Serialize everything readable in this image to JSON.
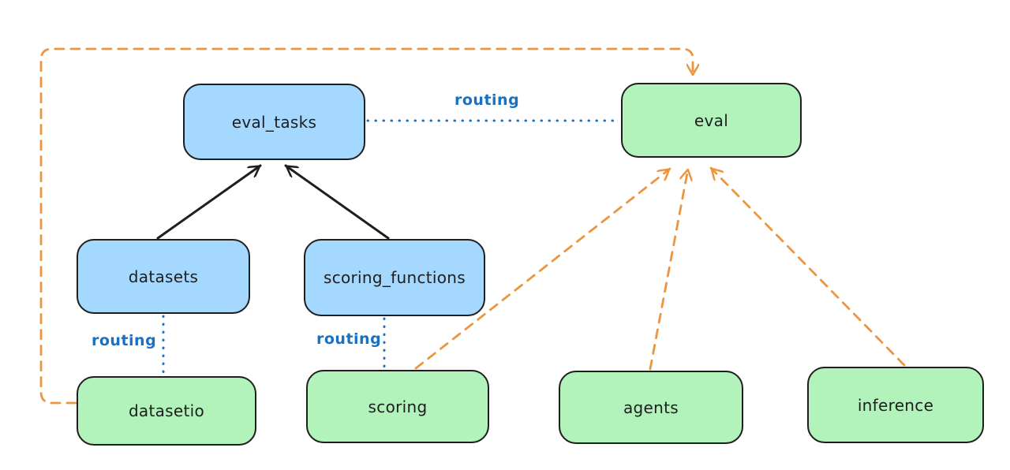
{
  "diagram": {
    "nodes": {
      "eval_tasks": {
        "label": "eval_tasks",
        "kind": "resource"
      },
      "eval": {
        "label": "eval",
        "kind": "api"
      },
      "datasets": {
        "label": "datasets",
        "kind": "resource"
      },
      "scoring_functions": {
        "label": "scoring_functions",
        "kind": "resource"
      },
      "datasetio": {
        "label": "datasetio",
        "kind": "api"
      },
      "scoring": {
        "label": "scoring",
        "kind": "api"
      },
      "agents": {
        "label": "agents",
        "kind": "api"
      },
      "inference": {
        "label": "inference",
        "kind": "api"
      }
    },
    "edges": [
      {
        "from": "datasets",
        "to": "eval_tasks",
        "style": "solid-arrow",
        "color": "black",
        "label": ""
      },
      {
        "from": "scoring_functions",
        "to": "eval_tasks",
        "style": "solid-arrow",
        "color": "black",
        "label": ""
      },
      {
        "from": "eval_tasks",
        "to": "eval",
        "style": "dotted-line",
        "color": "blue",
        "label": "routing"
      },
      {
        "from": "datasets",
        "to": "datasetio",
        "style": "dotted-line",
        "color": "blue",
        "label": "routing"
      },
      {
        "from": "scoring_functions",
        "to": "scoring",
        "style": "dotted-line",
        "color": "blue",
        "label": "routing"
      },
      {
        "from": "datasetio",
        "to": "eval",
        "style": "dashed-arrow",
        "color": "orange",
        "label": ""
      },
      {
        "from": "scoring",
        "to": "eval",
        "style": "dashed-arrow",
        "color": "orange",
        "label": ""
      },
      {
        "from": "agents",
        "to": "eval",
        "style": "dashed-arrow",
        "color": "orange",
        "label": ""
      },
      {
        "from": "inference",
        "to": "eval",
        "style": "dashed-arrow",
        "color": "orange",
        "label": ""
      }
    ],
    "colors": {
      "resource_fill": "#a5d8ff",
      "api_fill": "#b2f2bb",
      "stroke": "#1e1e1e",
      "routing_blue": "#1971c2",
      "dashed_orange": "#ec9540"
    }
  }
}
